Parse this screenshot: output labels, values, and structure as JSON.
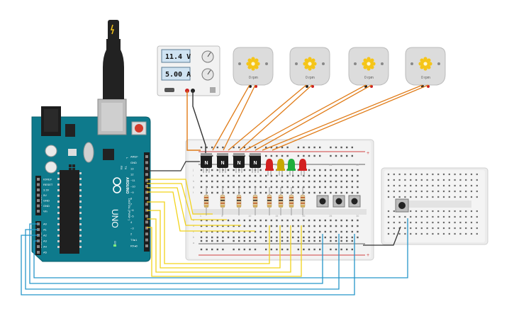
{
  "power_supply": {
    "voltage": "11.4 V",
    "current": "5.00 A"
  },
  "motors": [
    {
      "rpm": "0 rpm"
    },
    {
      "rpm": "0 rpm"
    },
    {
      "rpm": "0 rpm"
    },
    {
      "rpm": "0 rpm"
    }
  ],
  "transistors": [
    {
      "label": "N"
    },
    {
      "label": "N"
    },
    {
      "label": "N"
    },
    {
      "label": "N"
    }
  ],
  "arduino": {
    "model": "UNO",
    "brand": "ARDUINO",
    "digital_label": "DIGITAL (PWM~)",
    "power_label": "POWER",
    "analog_label": "ANALOG IN",
    "on_label": "ON",
    "tx_label": "TX",
    "rx_label": "RX",
    "l_label": "L",
    "header_pins": [
      "AREF",
      "GND",
      "13",
      "12",
      "~11",
      "~10",
      "~9",
      "8",
      "7",
      "~6",
      "~5",
      "4",
      "~3",
      "2",
      "TX▸1",
      "RX◂0"
    ],
    "power_pins": [
      "IOREF",
      "RESET",
      "3.3V",
      "5V",
      "GND",
      "GND",
      "Vin"
    ],
    "analog_pins": [
      "A0",
      "A1",
      "A2",
      "A3",
      "A4",
      "A5"
    ]
  },
  "breadboard": {
    "columns": [
      "1",
      "",
      "",
      "",
      "5",
      "",
      "",
      "",
      "",
      "10",
      "",
      "",
      "",
      "",
      "15",
      "",
      "",
      "",
      "",
      "20",
      "",
      "",
      "",
      "",
      "25",
      "",
      "",
      "",
      "",
      "30"
    ],
    "rows_top": [
      "j",
      "i",
      "h",
      "g",
      "f"
    ],
    "rows_bottom": [
      "e",
      "d",
      "c",
      "b",
      "a"
    ]
  },
  "colors": {
    "arduino": "#0e7a8c",
    "motor_wire": "#e07b17",
    "signal_wire": "#f2d31b",
    "analog_wire": "#2696c9",
    "ground_wire": "#333333",
    "led_red": "#d32020",
    "led_yellow": "#c9a800",
    "led_green": "#1fae3c"
  }
}
